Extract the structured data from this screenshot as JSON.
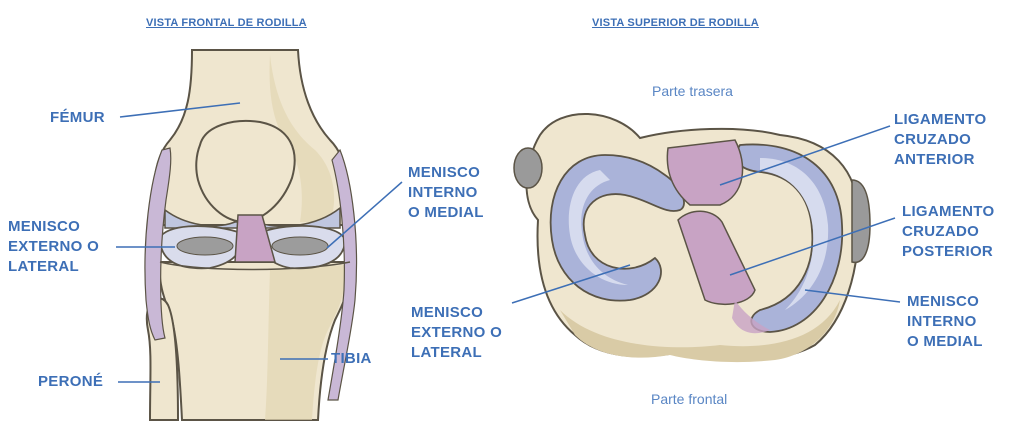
{
  "headers": {
    "front": "VISTA FRONTAL DE RODILLA",
    "top": "VISTA SUPERIOR DE RODILLA"
  },
  "front_labels": {
    "femur": "FÉMUR",
    "menisco_interno": [
      "MENISCO",
      "INTERNO",
      "O MEDIAL"
    ],
    "menisco_externo": [
      "MENISCO",
      "EXTERNO O",
      "LATERAL"
    ],
    "tibia": "TIBIA",
    "perone": "PERONÉ"
  },
  "top_labels": {
    "parte_trasera": "Parte trasera",
    "parte_frontal": "Parte frontal",
    "lca": [
      "LIGAMENTO",
      "CRUZADO",
      "ANTERIOR"
    ],
    "lcp": [
      "LIGAMENTO",
      "CRUZADO",
      "POSTERIOR"
    ],
    "menisco_externo": [
      "MENISCO",
      "EXTERNO O",
      "LATERAL"
    ],
    "menisco_interno": [
      "MENISCO",
      "INTERNO",
      "O MEDIAL"
    ]
  },
  "colors": {
    "label_blue": "#3d6fb6",
    "bone": "#efe6cf",
    "bone_shadow": "#d9cba6",
    "meniscus": "#aab3d9",
    "ligament": "#c8a3c4",
    "cartilage_gray": "#9a9a9a"
  }
}
